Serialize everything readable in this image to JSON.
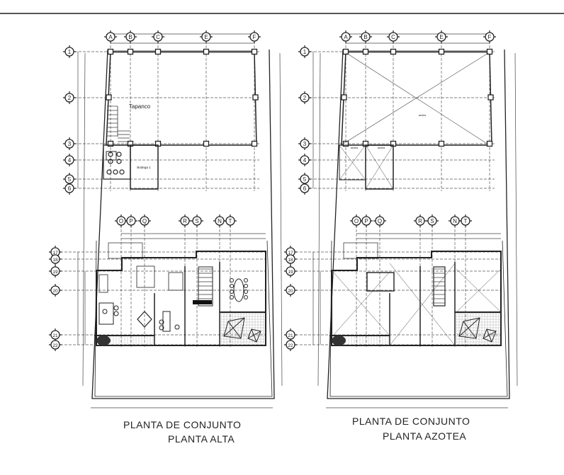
{
  "plans": [
    {
      "id": "planta-alta",
      "title_line1": "PLANTA DE CONJUNTO",
      "title_line2": "PLANTA ALTA",
      "rooms": [
        "Tapanco",
        "Bodega 1"
      ],
      "roof_slabs": false
    },
    {
      "id": "planta-azotea",
      "title_line1": "PLANTA DE CONJUNTO",
      "title_line2": "PLANTA AZOTEA",
      "rooms": [
        "azotea",
        "azotea",
        "azotea"
      ],
      "roof_slabs": true
    }
  ],
  "grid_top": {
    "columns": [
      "A",
      "B",
      "C",
      "E",
      "F"
    ],
    "rows": [
      "1",
      "2",
      "3",
      "4",
      "5",
      "6"
    ]
  },
  "grid_bottom": {
    "columns": [
      "O",
      "P",
      "Q",
      "R",
      "S",
      "N",
      "T"
    ],
    "rows": [
      "17",
      "18",
      "19",
      "20",
      "21",
      "22"
    ]
  },
  "colors": {
    "line": "#222222",
    "grid": "#555555",
    "hatch": "#888888"
  }
}
